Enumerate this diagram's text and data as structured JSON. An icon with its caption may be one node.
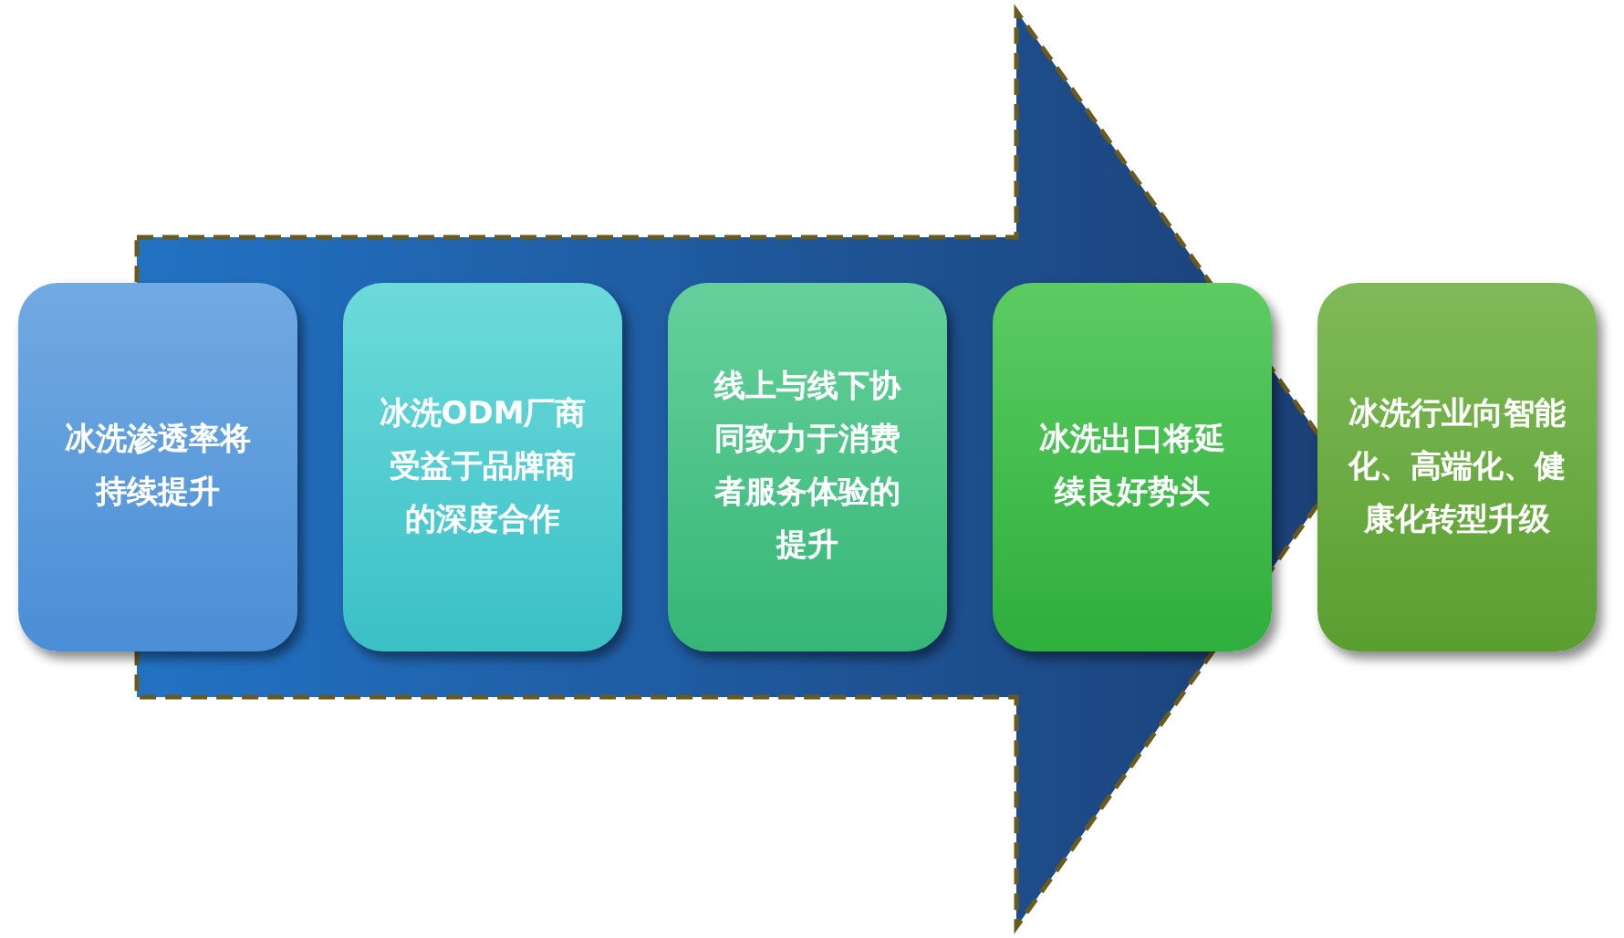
{
  "diagram": {
    "nodes": [
      {
        "text": [
          "冰洗渗透率将持续提升"
        ]
      },
      {
        "text": [
          "冰洗ODM厂商受益于品牌商的深度合作"
        ]
      },
      {
        "text": [
          "线上与线下协同致力于消费者服务体验的提升"
        ]
      },
      {
        "text": [
          "冰洗出口将延续良好势头"
        ]
      },
      {
        "text": [
          "冰洗行业向智能化、高端化、健康化转型升级"
        ]
      }
    ],
    "edges": [
      {
        "from": 0,
        "to": 4,
        "arrow": "to",
        "style": "dashed"
      }
    ]
  }
}
